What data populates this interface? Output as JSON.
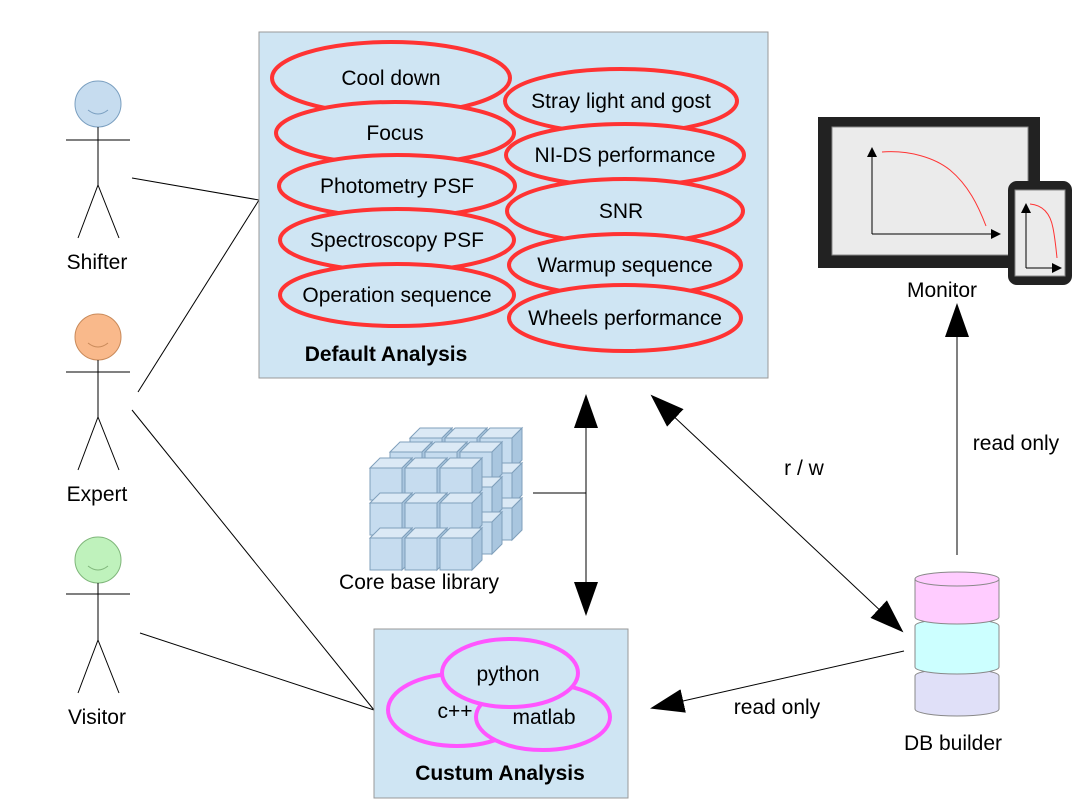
{
  "actors": [
    {
      "label": "Shifter",
      "head_color": "#c6dcef"
    },
    {
      "label": "Expert",
      "head_color": "#f9b98b"
    },
    {
      "label": "Visitor",
      "head_color": "#bff2bc"
    }
  ],
  "default_analysis": {
    "title": "Default Analysis",
    "left_items": [
      "Cool down",
      "Focus",
      "Photometry PSF",
      "Spectroscopy PSF",
      "Operation sequence"
    ],
    "right_items": [
      "Stray light and gost",
      "NI-DS performance",
      "SNR",
      "Warmup sequence",
      "Wheels performance"
    ],
    "box_color": "#cfe5f3",
    "ellipse_stroke": "#ff3333"
  },
  "custom_analysis": {
    "title": "Custum Analysis",
    "items": [
      "python",
      "c++",
      "matlab"
    ],
    "ellipse_stroke": "#ff55ff"
  },
  "core_library": {
    "label": "Core base library",
    "cube_color": "#c6dcef"
  },
  "monitor": {
    "label": "Monitor",
    "curve_color": "#ff3333"
  },
  "db_builder": {
    "label": "DB builder",
    "segment_colors": [
      "#ffccff",
      "#ccffff",
      "#e0e0f8"
    ]
  },
  "connections": {
    "rw_label": "r / w",
    "read_only_monitor": "read only",
    "read_only_custom": "read only"
  }
}
